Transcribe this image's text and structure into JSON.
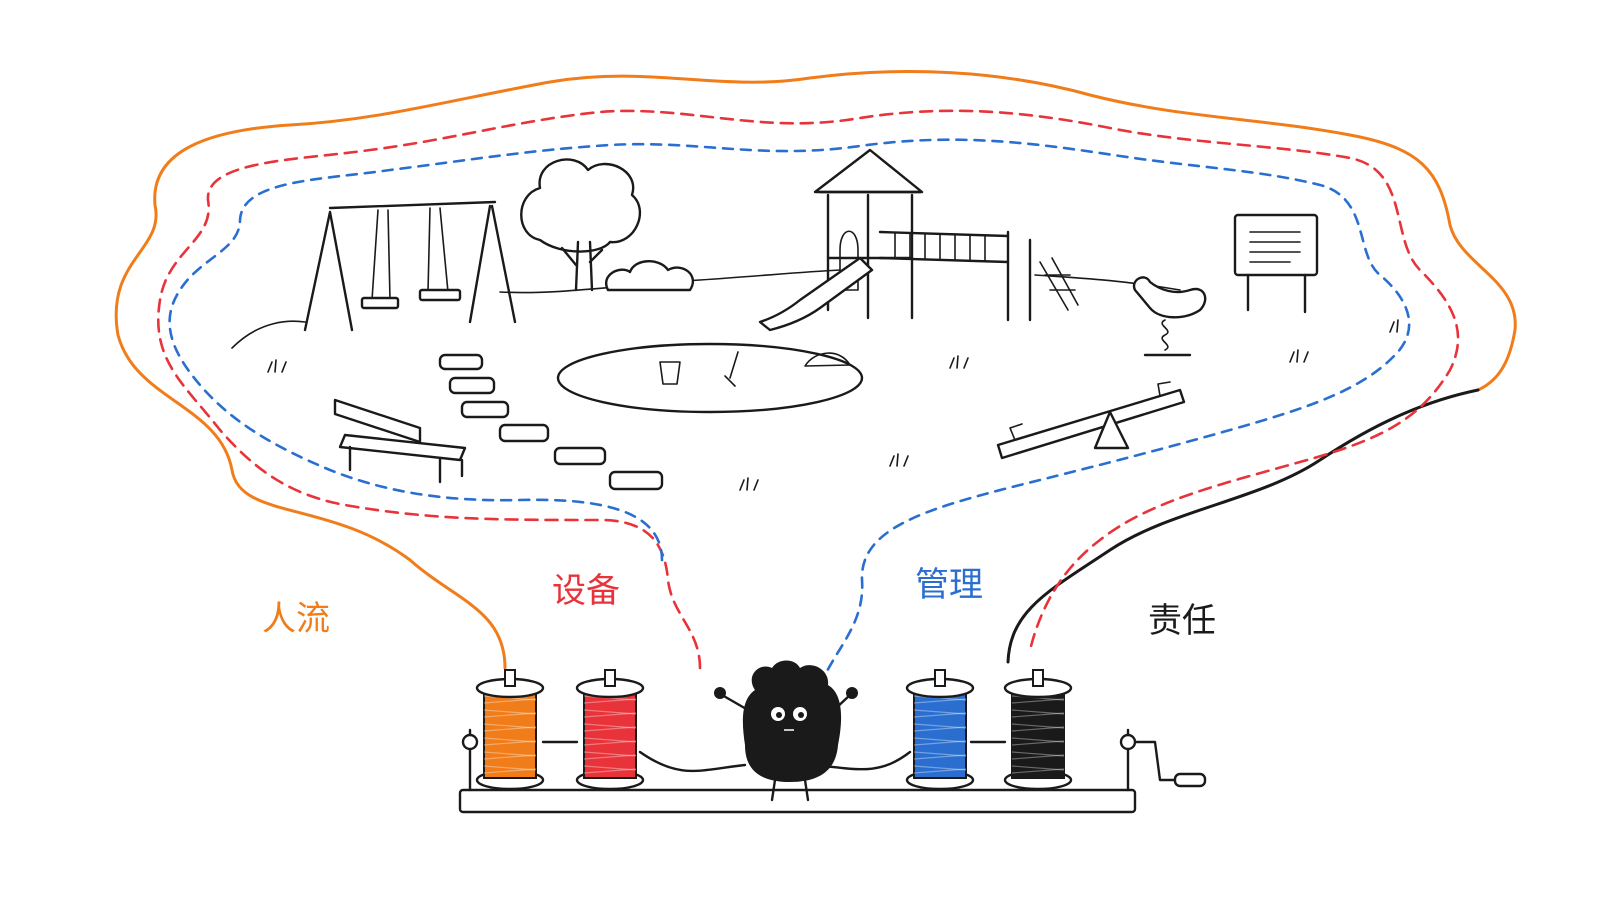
{
  "colors": {
    "orange": "#f07d1a",
    "red": "#e8333a",
    "blue": "#2a6fd0",
    "black": "#1a1a1a"
  },
  "threads": [
    {
      "id": "crowd",
      "label": "人流",
      "color": "#f07d1a",
      "style": "solid"
    },
    {
      "id": "equipment",
      "label": "设备",
      "color": "#e8333a",
      "style": "dashed"
    },
    {
      "id": "management",
      "label": "管理",
      "color": "#2a6fd0",
      "style": "dashed"
    },
    {
      "id": "responsibility",
      "label": "责任",
      "color": "#1a1a1a",
      "style": "solid"
    }
  ],
  "scene": {
    "icons": [
      "swing-set-icon",
      "tree-icon",
      "bush-icon",
      "climbing-tower-icon",
      "slide-icon",
      "notice-board-icon",
      "spring-rider-icon",
      "sandbox-icon",
      "bench-icon",
      "seesaw-icon",
      "stepping-stones-icon",
      "spool-rack-icon",
      "crank-handle-icon",
      "black-creature-icon"
    ]
  }
}
